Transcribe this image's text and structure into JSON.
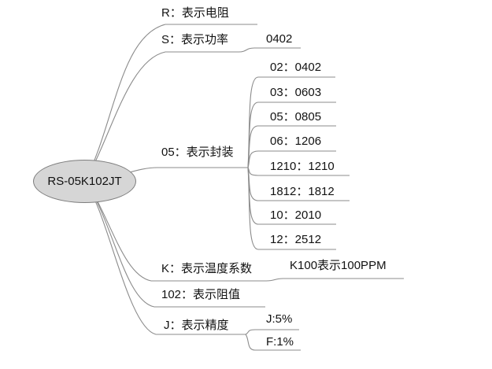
{
  "root": {
    "label": "RS-05K102JT"
  },
  "branches": [
    {
      "id": "resistance",
      "label": "R：表示电阻",
      "children": []
    },
    {
      "id": "power",
      "label": "S：表示功率",
      "children": [
        {
          "label": "0402"
        }
      ]
    },
    {
      "id": "package",
      "label": "05：表示封装",
      "children": [
        {
          "label": "02：0402"
        },
        {
          "label": "03：0603"
        },
        {
          "label": "05：0805"
        },
        {
          "label": "06：1206"
        },
        {
          "label": "1210：1210"
        },
        {
          "label": "1812：1812"
        },
        {
          "label": "10：2010"
        },
        {
          "label": "12：2512"
        }
      ]
    },
    {
      "id": "temperature-coefficient",
      "label": "K：表示温度系数",
      "children": [
        {
          "label": "K100表示100PPM"
        }
      ]
    },
    {
      "id": "resistance-value",
      "label": "102：表示阻值",
      "children": []
    },
    {
      "id": "precision",
      "label": "J：表示精度",
      "children": [
        {
          "label": "J:5%"
        },
        {
          "label": "F:1%"
        }
      ]
    }
  ],
  "colors": {
    "background": "#ffffff",
    "line": "#8b8b8b",
    "text": "#121212",
    "root_fill": "#d6d6d6",
    "root_border": "#7d7d7d"
  }
}
